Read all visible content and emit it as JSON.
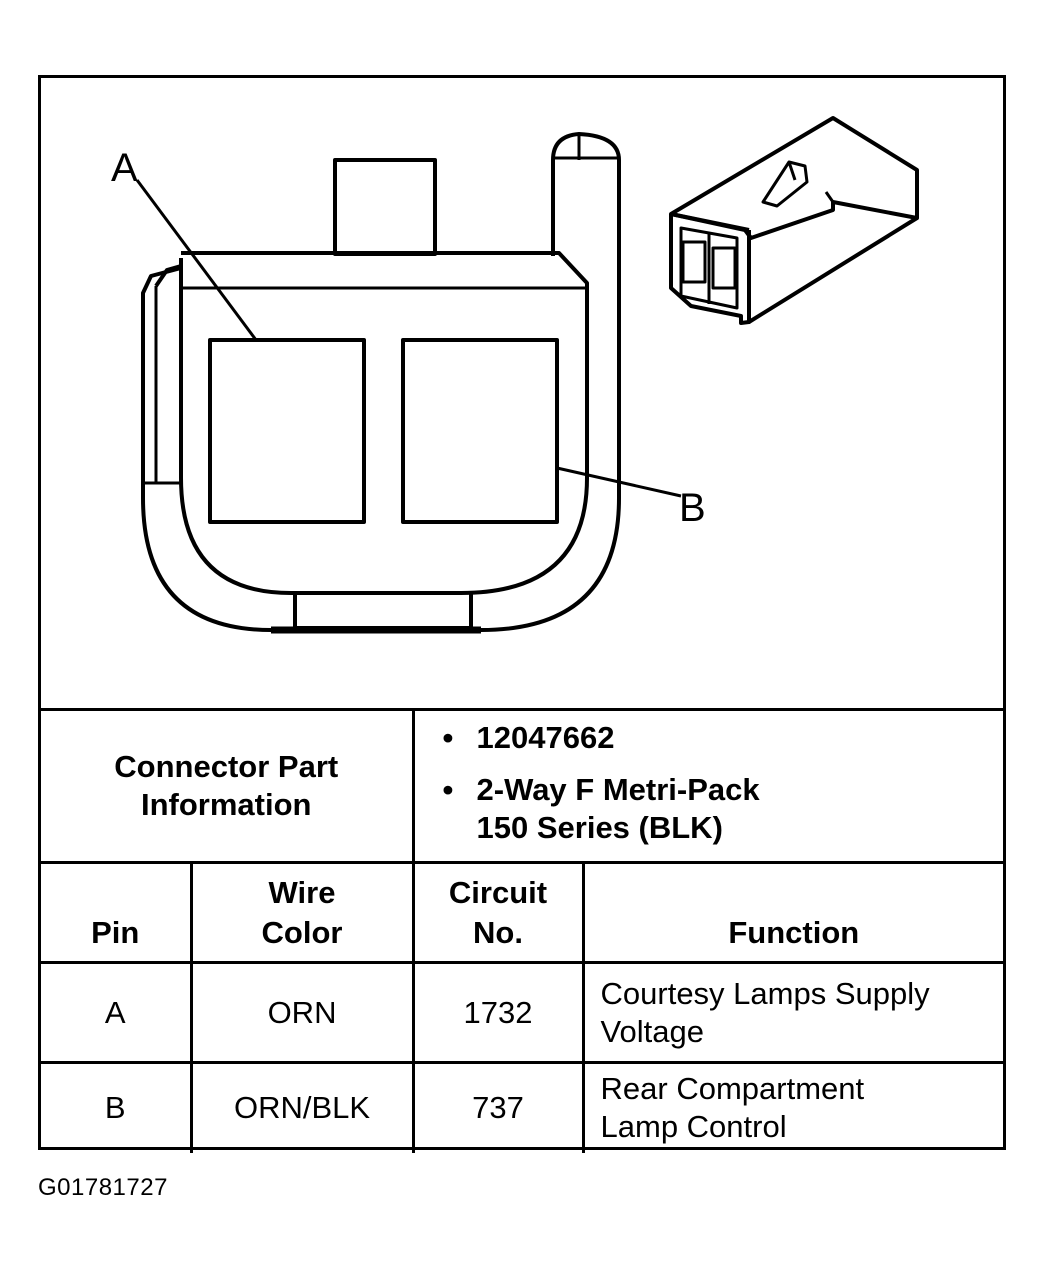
{
  "diagram": {
    "callout_a": "A",
    "callout_b": "B"
  },
  "connector": {
    "label_line1": "Connector Part",
    "label_line2": "Information",
    "bullet": "•",
    "part_number": "12047662",
    "type_line1": "2-Way F Metri-Pack",
    "type_line2": "150 Series (BLK)"
  },
  "table": {
    "headers": {
      "pin": "Pin",
      "wire_color_line1": "Wire",
      "wire_color_line2": "Color",
      "circuit_line1": "Circuit",
      "circuit_line2": "No.",
      "function": "Function"
    },
    "rows": [
      {
        "pin": "A",
        "wire_color": "ORN",
        "circuit": "1732",
        "function_line1": "Courtesy Lamps Supply",
        "function_line2": "Voltage"
      },
      {
        "pin": "B",
        "wire_color": "ORN/BLK",
        "circuit": "737",
        "function_line1": "Rear Compartment",
        "function_line2": "Lamp Control"
      }
    ]
  },
  "footer": {
    "reference_id": "G01781727"
  }
}
